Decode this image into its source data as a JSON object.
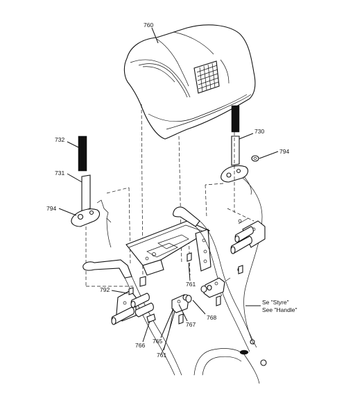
{
  "callouts": {
    "p760": "760",
    "p730": "730",
    "p794a": "794",
    "p732": "732",
    "p731": "731",
    "p794b": "794",
    "p792": "792",
    "p761a": "761",
    "p767": "767",
    "p768": "768",
    "p766": "766",
    "p765": "765",
    "p761b": "761"
  },
  "notes": {
    "line1": "Se \"Styre\"",
    "line2": "See \"Handle\""
  }
}
